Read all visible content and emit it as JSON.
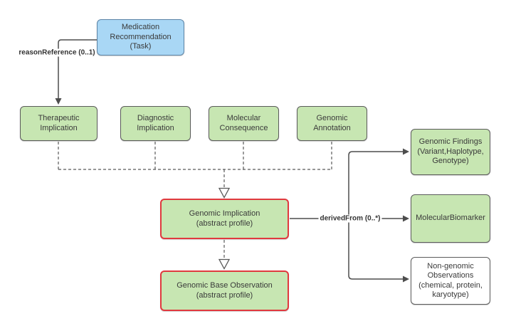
{
  "nodes": {
    "medication_recommendation": {
      "lines": [
        "Medication",
        "Recommendation",
        "(Task)"
      ],
      "fill": "#a9d7f5",
      "border": "#5c84a6"
    },
    "therapeutic_implication": {
      "lines": [
        "Therapeutic",
        "Implication"
      ],
      "fill": "#c7e6b2",
      "border": "#5b5b5b"
    },
    "diagnostic_implication": {
      "lines": [
        "Diagnostic",
        "Implication"
      ],
      "fill": "#c7e6b2",
      "border": "#5b5b5b"
    },
    "molecular_consequence": {
      "lines": [
        "Molecular",
        "Consequence"
      ],
      "fill": "#c7e6b2",
      "border": "#5b5b5b"
    },
    "genomic_annotation": {
      "lines": [
        "Genomic",
        "Annotation"
      ],
      "fill": "#c7e6b2",
      "border": "#5b5b5b"
    },
    "genomic_implication": {
      "lines": [
        "Genomic Implication",
        "(abstract profile)"
      ],
      "fill": "#c7e6b2",
      "border": "#e0393e"
    },
    "genomic_base_observation": {
      "lines": [
        "Genomic Base Observation",
        "(abstract profile)"
      ],
      "fill": "#c7e6b2",
      "border": "#e0393e"
    },
    "genomic_findings": {
      "lines": [
        "Genomic Findings",
        "(Variant,Haplotype,",
        "Genotype)"
      ],
      "fill": "#c7e6b2",
      "border": "#5b5b5b"
    },
    "molecular_biomarker": {
      "lines": [
        "MolecularBiomarker"
      ],
      "fill": "#c7e6b2",
      "border": "#5b5b5b"
    },
    "non_genomic_observations": {
      "lines": [
        "Non-genomic",
        "Observations",
        "(chemical, protein,",
        "karyotype)"
      ],
      "fill": "#ffffff",
      "border": "#5b5b5b"
    }
  },
  "edges": {
    "reason_reference": {
      "label": "reasonReference (0..1)",
      "from": "medication_recommendation",
      "to": "therapeutic_implication",
      "style": "solid-filled-arrow"
    },
    "implications_to_genomic_implication": {
      "label": "",
      "from": [
        "therapeutic_implication",
        "diagnostic_implication",
        "molecular_consequence",
        "genomic_annotation"
      ],
      "to": "genomic_implication",
      "style": "dashed-hollow-triangle"
    },
    "genomic_implication_to_base": {
      "label": "",
      "from": "genomic_implication",
      "to": "genomic_base_observation",
      "style": "dashed-hollow-triangle"
    },
    "derived_from": {
      "label": "derivedFrom (0..*)",
      "from": "genomic_implication",
      "to": [
        "genomic_findings",
        "molecular_biomarker",
        "non_genomic_observations"
      ],
      "style": "solid-filled-arrow"
    }
  },
  "colors": {
    "background": "#ffffff",
    "node_green_fill": "#c7e6b2",
    "node_blue_fill": "#a9d7f5",
    "node_white_fill": "#ffffff",
    "border_gray": "#5b5b5b",
    "border_blue": "#5c84a6",
    "border_red": "#e0393e",
    "connector": "#4d4d4d",
    "dashed_connector": "#595959",
    "text": "#3a3a3a",
    "edge_label_text": "#333333"
  }
}
